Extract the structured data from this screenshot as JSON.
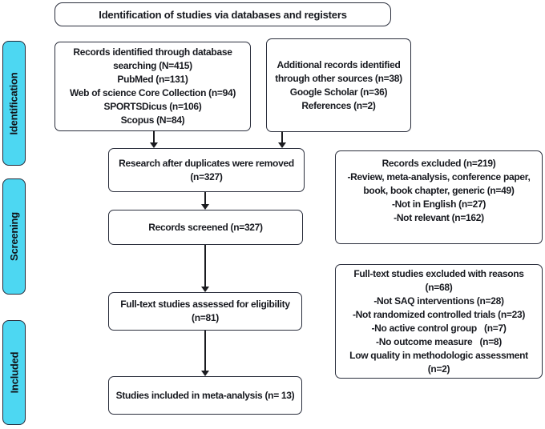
{
  "title": "Identification of studies via databases and registers",
  "stages": {
    "identification": "Identification",
    "screening": "Screening",
    "included": "Included"
  },
  "boxes": {
    "database": "Records identified through database\nsearching (N=415)\nPubMed (n=131)\nWeb of science Core Collection (n=94)\nSPORTSDicus (n=106)\nScopus (N=84)",
    "other_sources": "Additional records identified\nthrough other sources (n=38)\nGoogle Scholar (n=36)\nReferences (n=2)",
    "after_duplicates": "Research after duplicates were removed\n(n=327)",
    "screened": "Records screened (n=327)",
    "fulltext_assessed": "Full-text studies assessed for eligibility\n(n=81)",
    "included": "Studies included in meta-analysis (n= 13)",
    "records_excluded": "Records excluded (n=219)\n-Review, meta-analysis, conference paper,\nbook, book chapter, generic (n=49)\n-Not in English (n=27)\n-Not relevant (n=162)",
    "fulltext_excluded": "Full-text studies excluded with reasons\n(n=68)\n-Not SAQ interventions (n=28)\n-Not randomized controlled trials (n=23)\n-No active control group   (n=7)\n-No outcome measure   (n=8)\nLow quality in methodologic assessment\n(n=2)"
  },
  "colors": {
    "stage_fill": "#4dd7f2",
    "stage_border": "#242938",
    "box_border": "#2a2e3c",
    "arrow": "#1b1c20"
  }
}
